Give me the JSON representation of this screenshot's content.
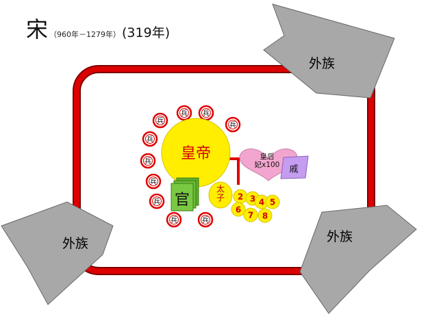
{
  "title": {
    "dynasty": "宋",
    "range": "（960年－1279年）",
    "duration": "(319年)"
  },
  "nodes": {
    "emperor": "皇帝",
    "officials": "官",
    "crown_prince": "太子",
    "empress": "皇后\n妃x100",
    "in_laws": "戚",
    "soldier": "兵",
    "foreign": "外族"
  },
  "princes": [
    "2",
    "3",
    "4",
    "5",
    "6",
    "7",
    "8"
  ],
  "colors": {
    "wall": "#cc0000",
    "emperor": "#ffee00",
    "officials": "#7ac943",
    "empress": "#f2a6cf",
    "in_laws": "#c49cf0",
    "foreign": "#a6a6a6",
    "prince_text": "#d40000"
  }
}
